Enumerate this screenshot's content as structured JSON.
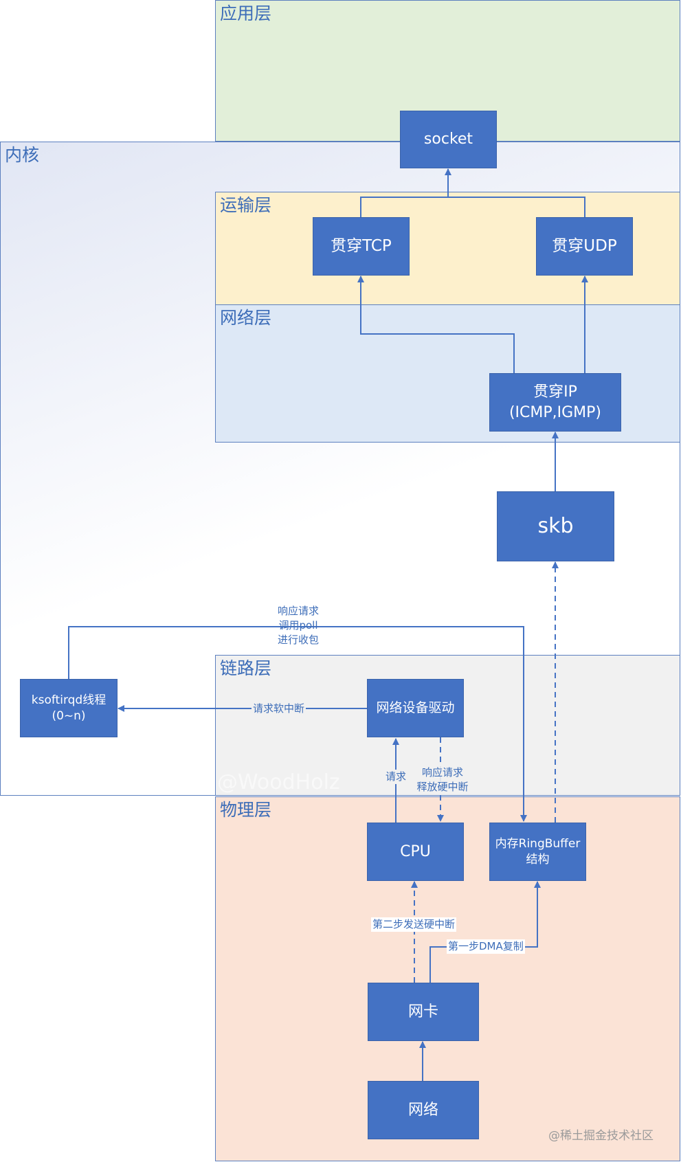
{
  "regions": {
    "app": {
      "label": "应用层",
      "color": "#e2efd9"
    },
    "kernel": {
      "label": "内核",
      "color": "#e6ebf6"
    },
    "transport": {
      "label": "运输层",
      "color": "#fdf0cc"
    },
    "network": {
      "label": "网络层",
      "color": "#dde8f6"
    },
    "link": {
      "label": "链路层",
      "color": "#f1f1f1"
    },
    "physical": {
      "label": "物理层",
      "color": "#fbe3d6"
    }
  },
  "nodes": {
    "socket": "socket",
    "tcp": "贯穿TCP",
    "udp": "贯穿UDP",
    "ip": "贯穿IP\n(ICMP,IGMP)",
    "skb": "skb",
    "ksoftirqd": "ksoftirqd线程\n(0~n)",
    "driver": "网络设备驱动",
    "cpu": "CPU",
    "ringbuffer": "内存RingBuffer\n结构",
    "nic": "网卡",
    "net": "网络"
  },
  "edge_labels": {
    "poll": "响应请求\n调用poll\n进行收包",
    "softirq": "请求软中断",
    "request": "请求",
    "release": "响应请求\n释放硬中断",
    "step2": "第二步发送硬中断",
    "step1": "第一步DMA复制"
  },
  "watermark": "@WoodHolz",
  "credit": "@稀土掘金技术社区",
  "colors": {
    "node_fill": "#4472c4",
    "edge": "#4472c4",
    "label_text": "#3d6db8"
  }
}
